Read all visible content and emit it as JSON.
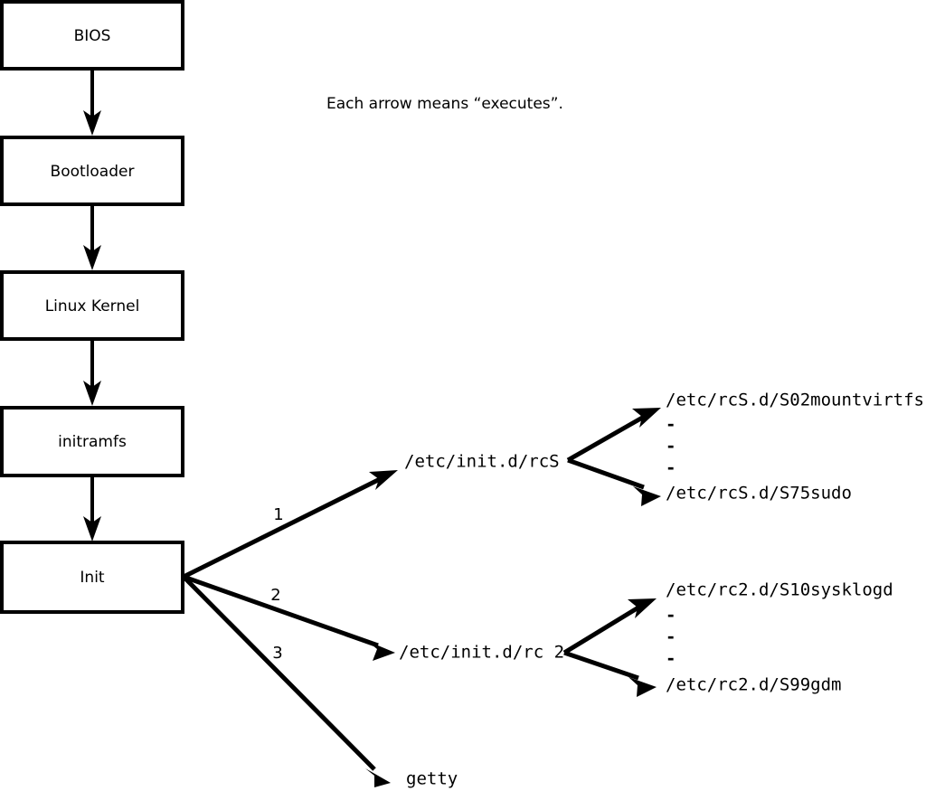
{
  "caption": {
    "text": "Each arrow means “executes”."
  },
  "colors": {
    "stroke": "#000000",
    "background": "#ffffff",
    "text": "#000000"
  },
  "chain_boxes": [
    {
      "id": "bios",
      "label": "BIOS"
    },
    {
      "id": "bootloader",
      "label": "Bootloader"
    },
    {
      "id": "linux-kernel",
      "label": "Linux Kernel"
    },
    {
      "id": "initramfs",
      "label": "initramfs"
    },
    {
      "id": "init",
      "label": "Init"
    }
  ],
  "init_branches": [
    {
      "number": "1",
      "target": "/etc/init.d/rcS"
    },
    {
      "number": "2",
      "target": "/etc/init.d/rc 2"
    },
    {
      "number": "3",
      "target": "getty"
    }
  ],
  "rcs_scripts": {
    "first": "/etc/rcS.d/S02mountvirtfs",
    "ellipsis": [
      "-",
      "-",
      "-"
    ],
    "last": "/etc/rcS.d/S75sudo"
  },
  "rc2_scripts": {
    "first": "/etc/rc2.d/S10sysklogd",
    "ellipsis": [
      "-",
      "-",
      "-"
    ],
    "last": "/etc/rc2.d/S99gdm"
  },
  "getty": {
    "label": "getty"
  }
}
